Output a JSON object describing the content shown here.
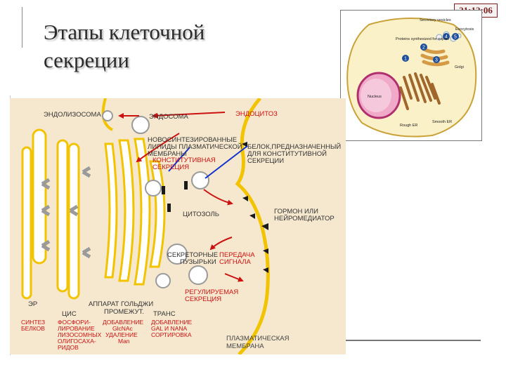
{
  "slide": {
    "title_line1": "Этапы клеточной",
    "title_line2": "секреции",
    "clock": "21:12:06"
  },
  "cell_image": {
    "labels": {
      "secretory_vesicles": "Secretory vesicles",
      "exocytosis": "Exocytosis",
      "proteins_synthesized": "Proteins synthesized for export",
      "golgi": "Golgi",
      "nucleus": "Nucleus",
      "rough_er": "Rough ER",
      "smooth_er": "Smooth ER"
    },
    "step_numbers": [
      "1",
      "2",
      "3",
      "4",
      "5"
    ]
  },
  "diagram": {
    "labels": {
      "endolysosome": "ЭНДОЛИЗОСОМА",
      "endosome": "ЭНДОСОМА",
      "endocytosis": "ЭНДОЦИТОЗ",
      "new_lipids_1": "НОВОСИНТЕЗИРОВАННЫЕ",
      "new_lipids_2": "ЛИПИДЫ ПЛАЗМАТИЧЕСКОЙ",
      "new_lipids_3": "МЕМБРАНЫ",
      "constitutive_1": "КОНСТИТУТИВНАЯ",
      "constitutive_2": "СЕКРЕЦИЯ",
      "protein_for_1": "БЕЛОК,ПРЕДНАЗНАЧЕННЫЙ",
      "protein_for_2": "ДЛЯ КОНСТИТУТИВНОЙ",
      "protein_for_3": "СЕКРЕЦИИ",
      "cytosol": "ЦИТОЗОЛЬ",
      "hormone_1": "ГОРМОН ИЛИ",
      "hormone_2": "НЕЙРОМЕДИАТОР",
      "secretory_1": "СЕКРЕТОРНЫЕ",
      "secretory_2": "ПУЗЫРЬКИ",
      "signal_1": "ПЕРЕДАЧА",
      "signal_2": "СИГНАЛА",
      "regulated_1": "РЕГУЛИРУЕМАЯ",
      "regulated_2": "СЕКРЕЦИЯ",
      "er": "ЭР",
      "golgi": "АППАРАТ ГОЛЬДЖИ",
      "cis": "ЦИС",
      "medial": "ПРОМЕЖУТ.",
      "trans": "ТРАНС",
      "synth_1": "СИНТЕЗ",
      "synth_2": "БЕЛКОВ",
      "cis_1": "ФОСФОРИ-",
      "cis_2": "ЛИРОВАНИЕ",
      "cis_3": "ЛИЗОСОМНЫХ",
      "cis_4": "ОЛИГОСАХА-",
      "cis_5": "РИДОВ",
      "med_1": "ДОБАВЛЕНИЕ",
      "med_2": "GlcNAc",
      "med_3": "УДАЛЕНИЕ",
      "med_4": "Man",
      "trans_1": "ДОБАВЛЕНИЕ",
      "trans_2": "GAL И NANA",
      "trans_3": "СОРТИРОВКА",
      "pm_1": "ПЛАЗМАТИЧЕСКАЯ",
      "pm_2": "МЕМБРАНА"
    },
    "colors": {
      "background": "#f6e8cf",
      "membrane": "#f2c400",
      "arrow_red": "#cc1111",
      "arrow_blue": "#1133cc",
      "vesicle_spikes": "#9a9a9a",
      "receptor": "#1a1a1a",
      "golgi_fill": "#ffffff"
    }
  }
}
